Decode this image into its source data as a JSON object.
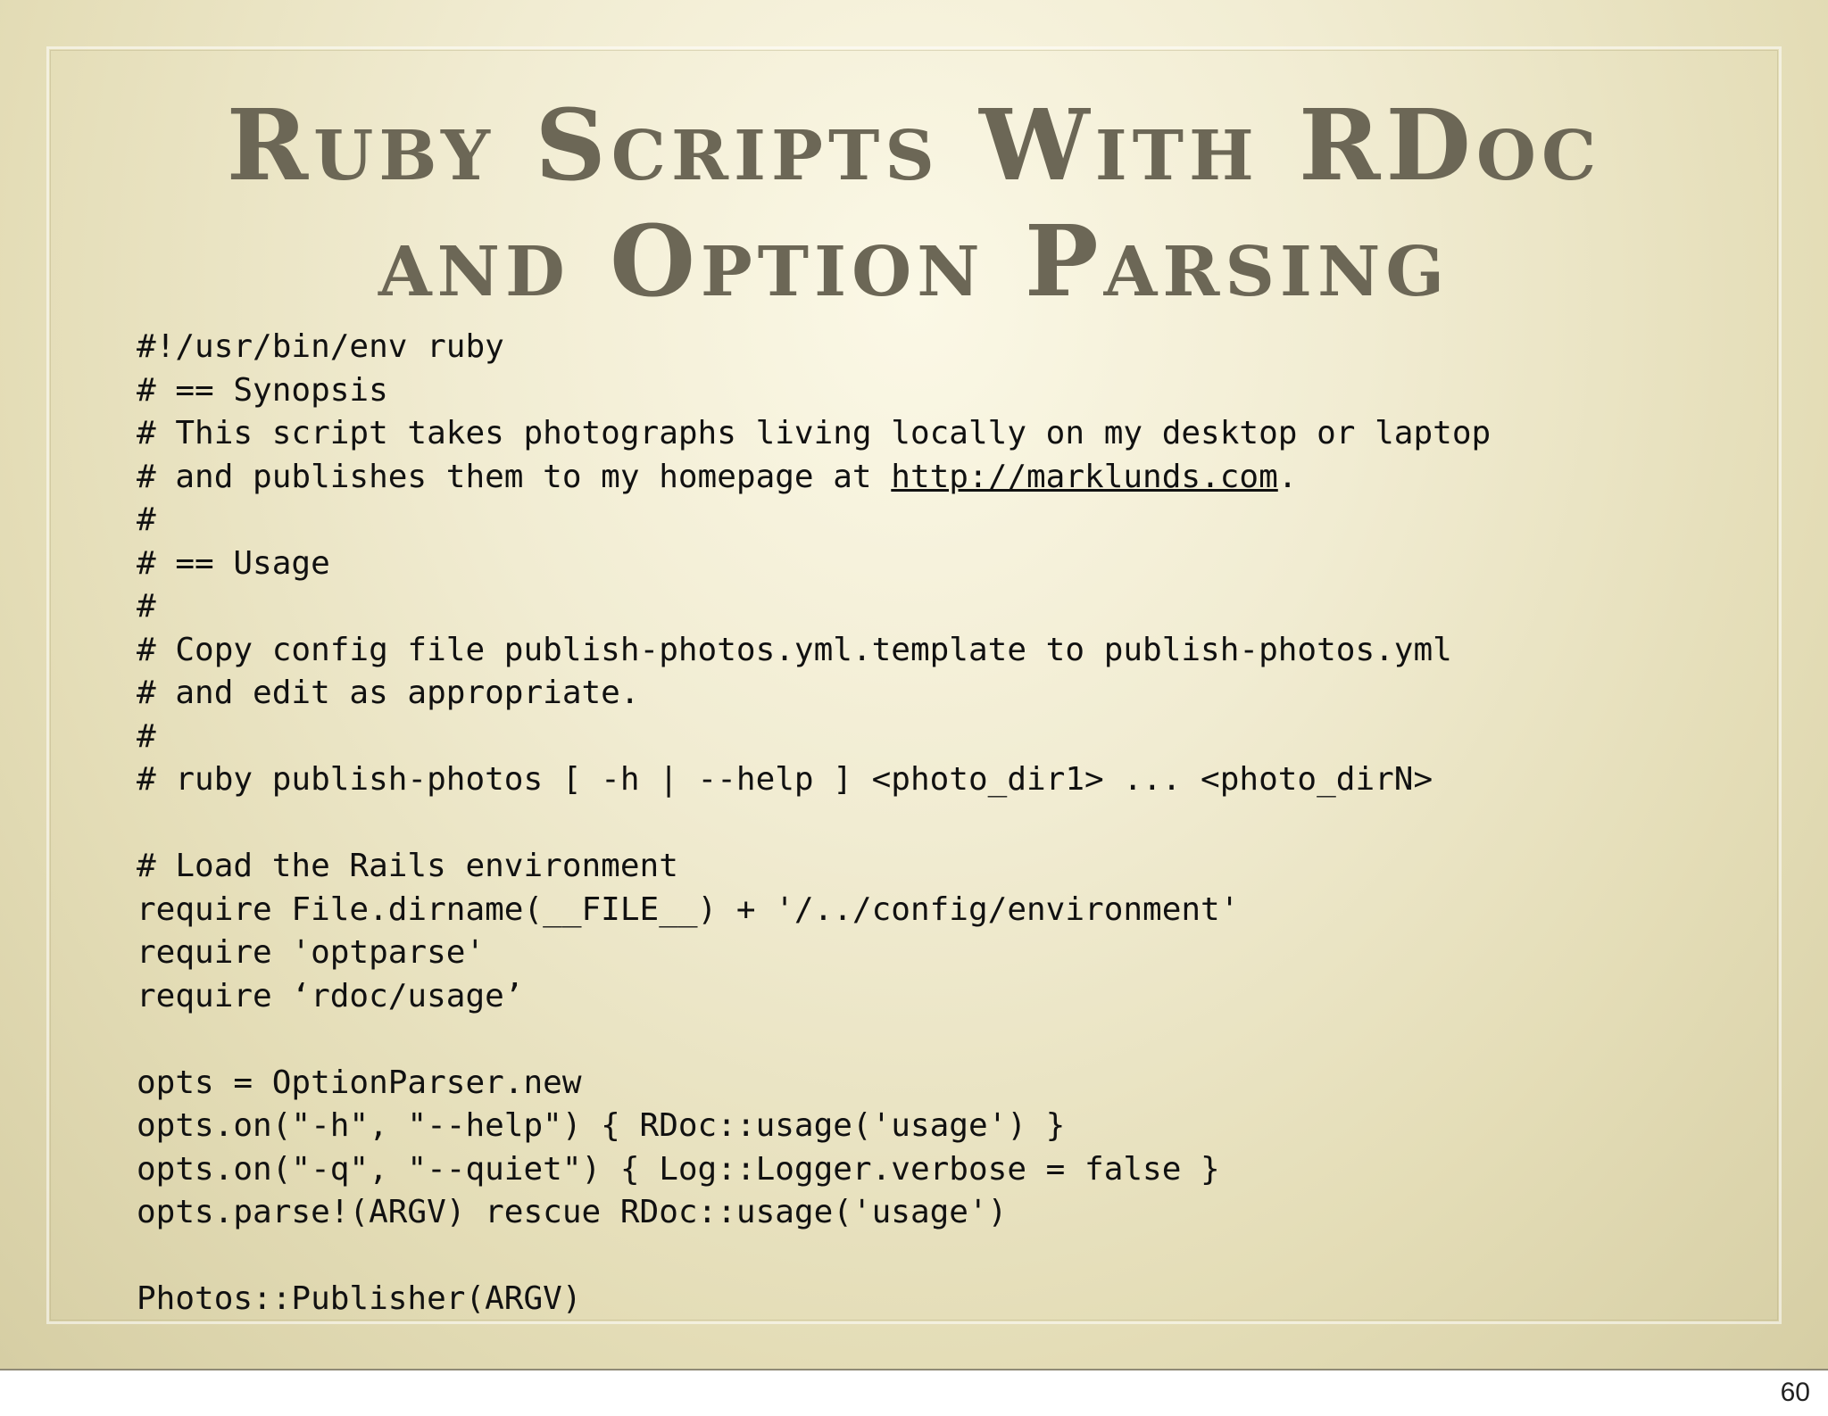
{
  "slide": {
    "title_line1": "Ruby Scripts With RDoc",
    "title_line2": "and Option Parsing",
    "page_number": "60"
  },
  "code": {
    "line_01": "#!/usr/bin/env ruby",
    "line_02": "# == Synopsis",
    "line_03": "# This script takes photographs living locally on my desktop or laptop",
    "line_04_prefix": "# and publishes them to my homepage at ",
    "line_04_link": "http://marklunds.com",
    "line_04_suffix": ".",
    "line_05": "#",
    "line_06": "# == Usage",
    "line_07": "#",
    "line_08": "# Copy config file publish-photos.yml.template to publish-photos.yml",
    "line_09": "# and edit as appropriate.",
    "line_10": "#",
    "line_11": "# ruby publish-photos [ -h | --help ] <photo_dir1> ... <photo_dirN>",
    "line_12": "",
    "line_13": "# Load the Rails environment",
    "line_14": "require File.dirname(__FILE__) + '/../config/environment'",
    "line_15": "require 'optparse'",
    "line_16": "require ‘rdoc/usage’",
    "line_17": "",
    "line_18": "opts = OptionParser.new",
    "line_19": "opts.on(\"-h\", \"--help\") { RDoc::usage('usage') }",
    "line_20": "opts.on(\"-q\", \"--quiet\") { Log::Logger.verbose = false }",
    "line_21": "opts.parse!(ARGV) rescue RDoc::usage('usage')",
    "line_22": "",
    "line_23": "Photos::Publisher(ARGV)"
  }
}
